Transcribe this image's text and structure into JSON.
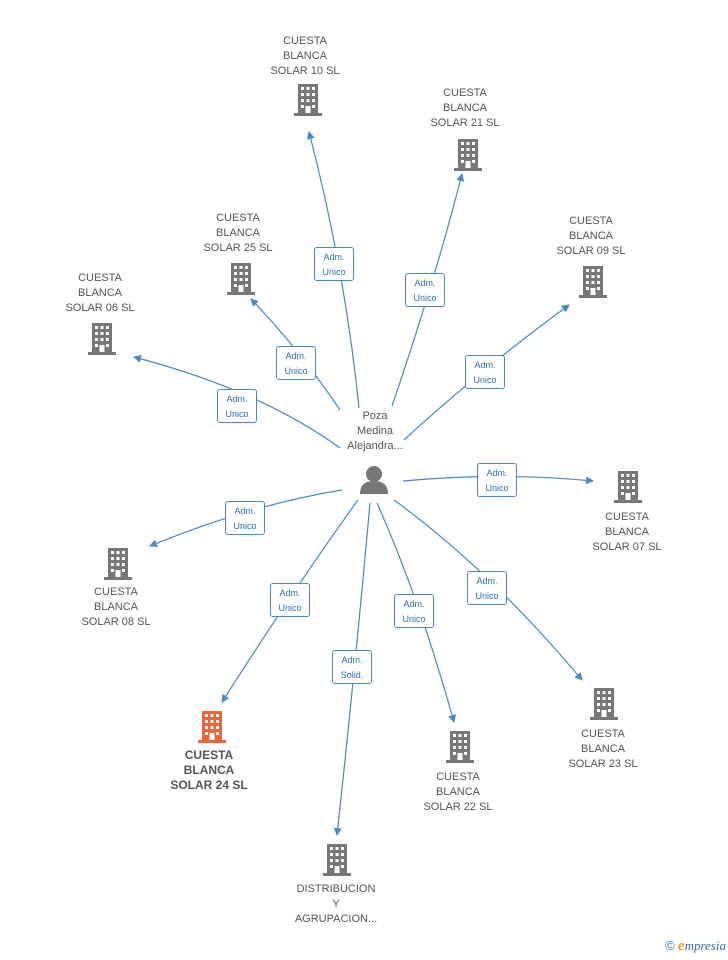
{
  "center": {
    "lines": [
      "Poza",
      "Medina",
      "Alejandra..."
    ],
    "icon": "person-icon"
  },
  "colors": {
    "edge": "#4a86c8",
    "building": "#777777",
    "active_building": "#f0643a"
  },
  "nodes": [
    {
      "id": "solar10",
      "lines": [
        "CUESTA",
        "BLANCA",
        "SOLAR 10 SL"
      ],
      "edge": [
        "Adm.",
        "Unico"
      ],
      "active": false
    },
    {
      "id": "solar21",
      "lines": [
        "CUESTA",
        "BLANCA",
        "SOLAR 21 SL"
      ],
      "edge": [
        "Adm.",
        "Unico"
      ],
      "active": false
    },
    {
      "id": "solar25",
      "lines": [
        "CUESTA",
        "BLANCA",
        "SOLAR 25 SL"
      ],
      "edge": [
        "Adm.",
        "Unico"
      ],
      "active": false
    },
    {
      "id": "solar09",
      "lines": [
        "CUESTA",
        "BLANCA",
        "SOLAR 09 SL"
      ],
      "edge": [
        "Adm.",
        "Unico"
      ],
      "active": false
    },
    {
      "id": "solar06",
      "lines": [
        "CUESTA",
        "BLANCA",
        "SOLAR 06 SL"
      ],
      "edge": [
        "Adm.",
        "Unico"
      ],
      "active": false
    },
    {
      "id": "solar07",
      "lines": [
        "CUESTA",
        "BLANCA",
        "SOLAR 07 SL"
      ],
      "edge": [
        "Adm.",
        "Unico"
      ],
      "active": false
    },
    {
      "id": "solar08",
      "lines": [
        "CUESTA",
        "BLANCA",
        "SOLAR 08 SL"
      ],
      "edge": [
        "Adm.",
        "Unico"
      ],
      "active": false
    },
    {
      "id": "solar24",
      "lines": [
        "CUESTA",
        "BLANCA",
        "SOLAR 24 SL"
      ],
      "edge": [
        "Adm.",
        "Unico"
      ],
      "active": true
    },
    {
      "id": "solar22",
      "lines": [
        "CUESTA",
        "BLANCA",
        "SOLAR 22 SL"
      ],
      "edge": [
        "Adm.",
        "Unico"
      ],
      "active": false
    },
    {
      "id": "solar23",
      "lines": [
        "CUESTA",
        "BLANCA",
        "SOLAR 23 SL"
      ],
      "edge": [
        "Adm.",
        "Unico"
      ],
      "active": false
    },
    {
      "id": "distribucion",
      "lines": [
        "DISTRIBUCION",
        "Y",
        "AGRUPACION..."
      ],
      "edge": [
        "Adm.",
        "Solid."
      ],
      "active": false
    }
  ],
  "footer": {
    "copyright": "©",
    "brand_initial": "e",
    "brand_rest": "mpresia"
  }
}
